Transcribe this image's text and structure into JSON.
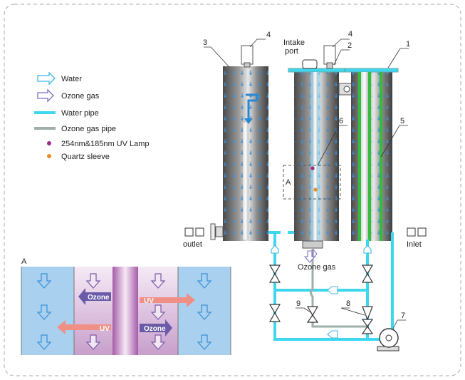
{
  "legend": {
    "water": "Water",
    "ozone_gas": "Ozone gas",
    "water_pipe": "Water pipe",
    "ozone_gas_pipe": "Ozone gas pipe",
    "uv_lamp": "254nm&185nm UV Lamp",
    "quartz_sleeve": "Quartz sleeve"
  },
  "labels": {
    "intake_port_line1": "Intake",
    "intake_port_line2": "port",
    "outlet": "outlet",
    "inlet": "Inlet",
    "ozone_gas": "Ozone gas",
    "detail_a": "A",
    "inset_a": "A",
    "inset_ozone_top": "Ozone",
    "inset_ozone_bottom": "Ozone",
    "inset_uv_top": "UV",
    "inset_uv_bottom": "UV"
  },
  "callouts": {
    "n1": "1",
    "n2": "2",
    "n3": "3",
    "n4a": "4",
    "n4b": "4",
    "n5": "5",
    "n6": "6",
    "n7": "7",
    "n8": "8",
    "n9": "9"
  },
  "colors": {
    "water_pipe": "#3fd7ee",
    "gas_pipe": "#9fb0a8",
    "uv_lamp": "#9b2a8a",
    "quartz": "#f08a24",
    "water_bg": "#a9d0ee",
    "uv_arrow": "#f08f86",
    "ozone_arrow": "#6a5aa8"
  }
}
